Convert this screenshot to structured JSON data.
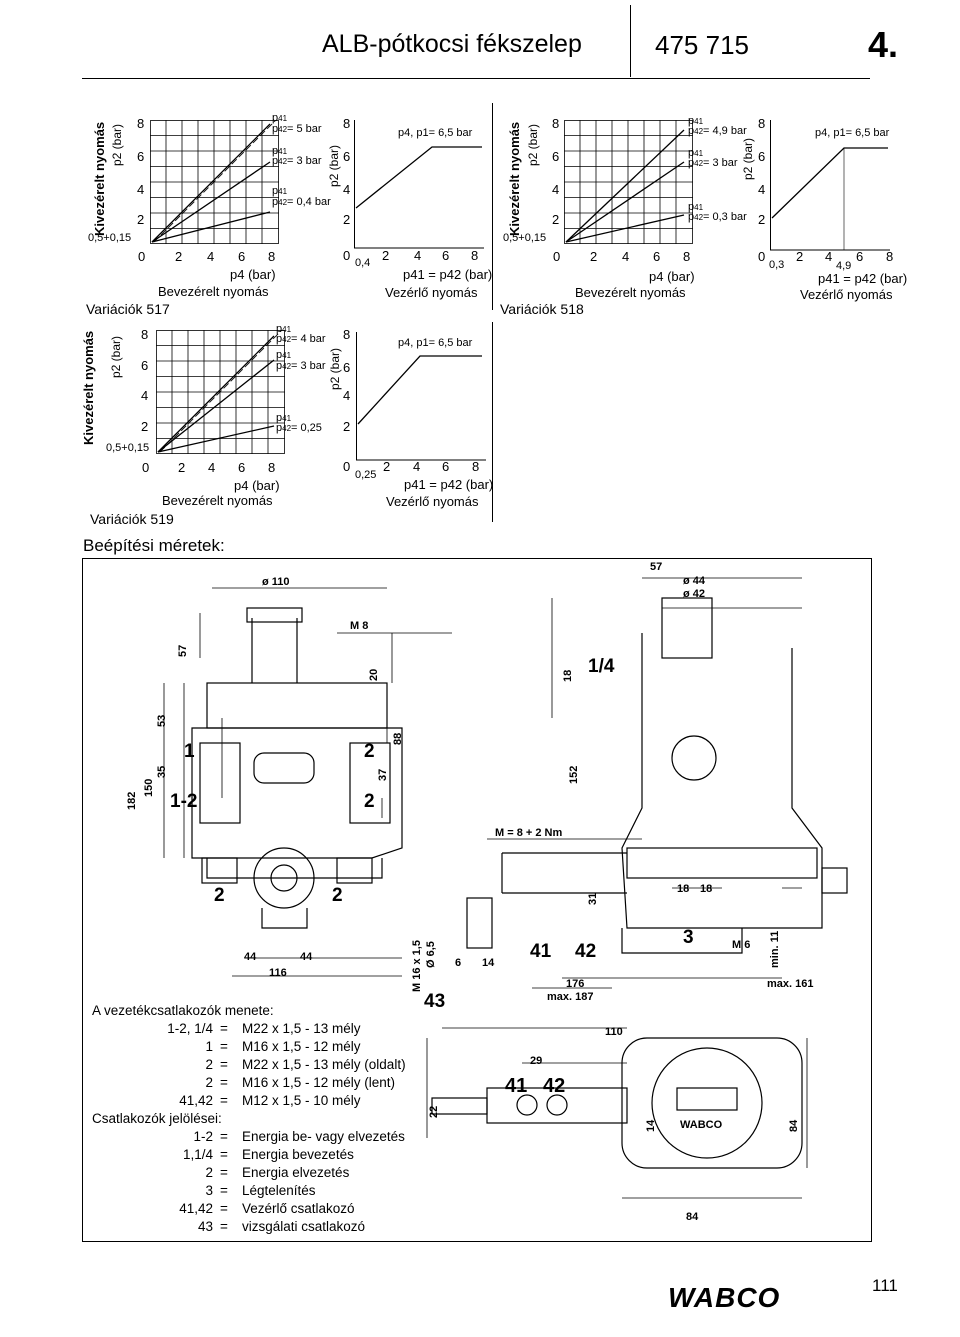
{
  "header": {
    "title": "ALB-pótkocsi fékszelep",
    "part_number": "475 715",
    "chapter": "4."
  },
  "charts": {
    "left_ylabel": "Kivezérelt nyomás",
    "p2_bar": "p2 (bar)",
    "p4_bar": "p4 (bar)",
    "bevezerelt": "Bevezérelt nyomás",
    "p41_eq_p42": "p41 = p42 (bar)",
    "vezerlo": "Vezérlő nyomás",
    "offset_label": "0,5+0,15",
    "v517": {
      "caption": "Variációk 517",
      "lines": [
        "= 5 bar",
        "= 3 bar",
        "= 0,4 bar"
      ],
      "right_title": "p4, p1= 6,5 bar",
      "right_start": "0,4"
    },
    "v518": {
      "caption": "Variációk 518",
      "lines": [
        "= 4,9 bar",
        "= 3 bar",
        "= 0,3 bar"
      ],
      "right_title": "p4, p1= 6,5 bar",
      "right_start": "0,3",
      "right_break": "4,9"
    },
    "v519": {
      "caption": "Variációk 519",
      "lines": [
        "= 4 bar",
        "= 3 bar",
        "= 0,25"
      ],
      "right_title": "p4, p1= 6,5 bar",
      "right_start": "0,25"
    },
    "ticks_y": [
      "2",
      "4",
      "6",
      "8"
    ],
    "ticks_x": [
      "2",
      "4",
      "6",
      "8"
    ],
    "zero": "0"
  },
  "install": {
    "title": "Beépítési méretek:",
    "dims": {
      "d110": "ø 110",
      "m8": "M 8",
      "d57": "57",
      "d20": "20",
      "d53": "53",
      "d88": "88",
      "d37": "37",
      "d182": "182",
      "d150": "150",
      "d35": "35",
      "d44a": "44",
      "d44b": "44",
      "d116": "116",
      "d57r": "57",
      "d44r": "ø 44",
      "d42r": "ø 42",
      "d18": "18",
      "q14": "1/4",
      "d152": "152",
      "torque": "M = 8 + 2 Nm",
      "d31": "31",
      "d18a": "18",
      "d18b": "18",
      "m6": "M 6",
      "min11": "min. 11",
      "m16": "M 16 x 1,5",
      "d65": "Ø 6,5",
      "d6": "6",
      "d14": "14",
      "d176": "176",
      "max187": "max. 187",
      "max161": "max. 161",
      "d110b": "110",
      "d29": "29",
      "d22": "22",
      "d84a": "84",
      "d84b": "84"
    },
    "ports": {
      "p1": "1",
      "p12": "1-2",
      "p2a": "2",
      "p2b": "2",
      "p2c": "2",
      "p2d": "2",
      "p41": "41",
      "p42": "42",
      "p3": "3",
      "p43": "43",
      "p41b": "41",
      "p42b": "42",
      "p14": "14"
    },
    "wabco_label": "WABCO"
  },
  "connections": {
    "threads_title": "A vezetékcsatlakozók menete:",
    "threads": [
      {
        "k": "1-2, 1/4",
        "v": "M22 x 1,5 - 13 mély"
      },
      {
        "k": "1",
        "v": "M16 x 1,5 - 12 mély"
      },
      {
        "k": "2",
        "v": "M22 x 1,5 - 13 mély (oldalt)"
      },
      {
        "k": "2",
        "v": "M16 x 1,5 - 12 mély (lent)"
      },
      {
        "k": "41,42",
        "v": "M12 x 1,5 - 10 mély"
      }
    ],
    "labels_title": "Csatlakozók jelölései:",
    "labels": [
      {
        "k": "1-2",
        "v": "Energia be- vagy elvezetés"
      },
      {
        "k": "1,1/4",
        "v": "Energia bevezetés"
      },
      {
        "k": "2",
        "v": "Energia elvezetés"
      },
      {
        "k": "3",
        "v": "Légtelenítés"
      },
      {
        "k": "41,42",
        "v": "Vezérlő csatlakozó"
      },
      {
        "k": "43",
        "v": "vizsgálati csatlakozó"
      }
    ],
    "eq": "="
  },
  "footer": {
    "logo": "WABCO",
    "page": "111"
  }
}
